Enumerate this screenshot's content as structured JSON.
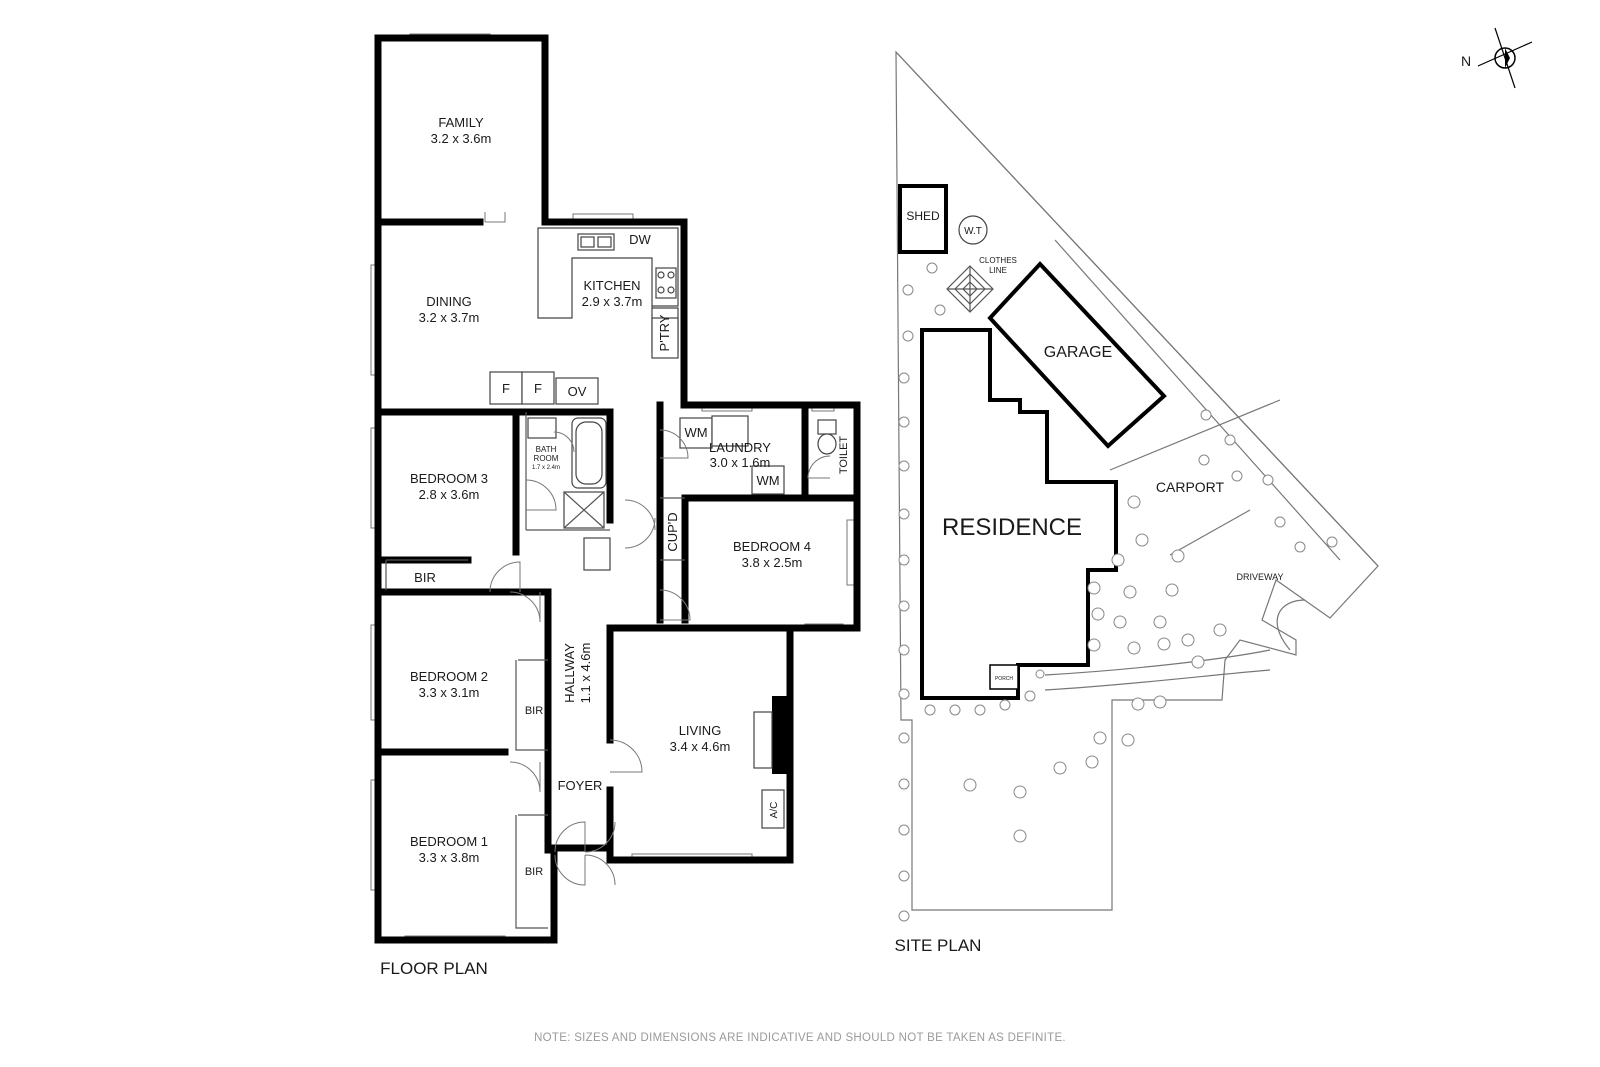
{
  "floor_plan": {
    "title": "FLOOR PLAN",
    "rooms": [
      {
        "id": "family",
        "name": "FAMILY",
        "size": "3.2 x 3.6m"
      },
      {
        "id": "dining",
        "name": "DINING",
        "size": "3.2 x 3.7m"
      },
      {
        "id": "kitchen",
        "name": "KITCHEN",
        "size": "2.9 x 3.7m"
      },
      {
        "id": "laundry",
        "name": "LAUNDRY",
        "size": "3.0 x 1.6m"
      },
      {
        "id": "bathroom",
        "name_line1": "BATH",
        "name_line2": "ROOM",
        "size": "1.7 x 2.4m"
      },
      {
        "id": "bedroom3",
        "name": "BEDROOM 3",
        "size": "2.8 x 3.6m"
      },
      {
        "id": "bedroom4",
        "name": "BEDROOM 4",
        "size": "3.8 x 2.5m"
      },
      {
        "id": "bedroom2",
        "name": "BEDROOM 2",
        "size": "3.3 x 3.1m"
      },
      {
        "id": "bedroom1",
        "name": "BEDROOM 1",
        "size": "3.3 x 3.8m"
      },
      {
        "id": "hallway",
        "name": "HALLWAY",
        "size": "1.1 x 4.6m"
      },
      {
        "id": "living",
        "name": "LIVING",
        "size": "3.4 x 4.6m"
      }
    ],
    "fixtures": {
      "dw": "DW",
      "pantry": "P'TRY",
      "fridge": "F",
      "oven": "OV",
      "washing_machine": "WM",
      "toilet": "TOILET",
      "cupboard": "CUP'D",
      "bir": "BIR",
      "foyer": "FOYER",
      "aircon": "A/C"
    }
  },
  "site_plan": {
    "title": "SITE PLAN",
    "labels": {
      "shed": "SHED",
      "water_tank": "W.T",
      "clothes_line_1": "CLOTHES",
      "clothes_line_2": "LINE",
      "garage": "GARAGE",
      "residence": "RESIDENCE",
      "carport": "CARPORT",
      "driveway": "DRIVEWAY",
      "porch": "PORCH"
    }
  },
  "compass": {
    "label": "N"
  },
  "note": "NOTE: SIZES AND DIMENSIONS ARE INDICATIVE AND SHOULD NOT BE TAKEN AS DEFINITE."
}
